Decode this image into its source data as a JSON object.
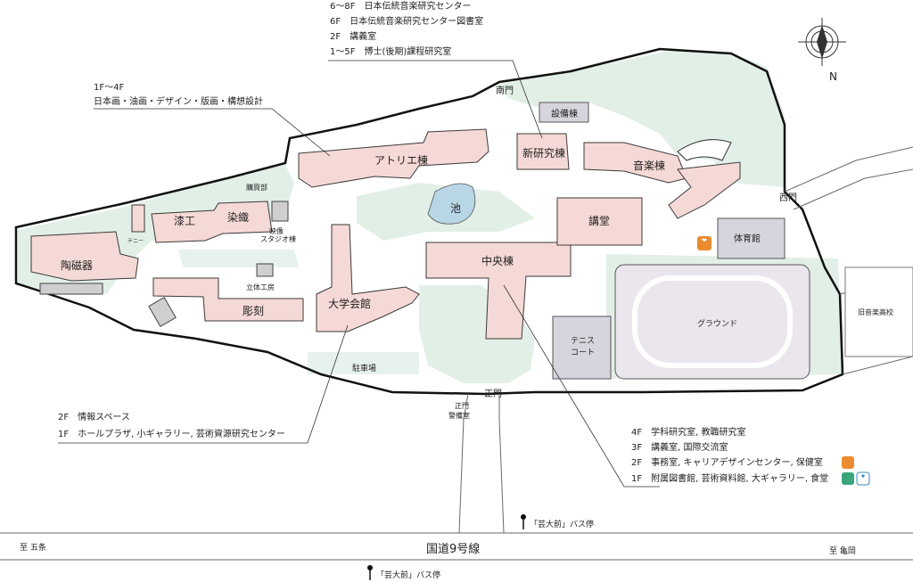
{
  "buildings": {
    "atelier": "アトリエ棟",
    "shikko": "漆工",
    "senshoku": "染織",
    "tojiki": "陶磁器",
    "eizo": "映像\nスタジオ棟",
    "kobai": "購買部",
    "rittai": "立体工房",
    "chokoku": "彫刻",
    "daigaku_kaikan": "大学会館",
    "ike": "池",
    "chuo": "中央棟",
    "kodo": "講堂",
    "shinkenkyu": "新研究棟",
    "ongaku": "音楽棟",
    "setsubi": "設備棟",
    "taiikukan": "体育館",
    "ground": "グラウンド",
    "tennis": "テニス\nコート",
    "chushajo": "駐車場",
    "seimon_keibi": "正門\n警備室",
    "kyu_ongaku": "旧音楽高校",
    "tenisu_small": "テニー"
  },
  "gates": {
    "nanmon": "南門",
    "seimon": "正門",
    "saimon": "西門"
  },
  "roads": {
    "route9": "国道9号線",
    "to_gojo": "至 五条",
    "to_kameoka": "至 亀岡",
    "bus_stop_1": "「芸大前」バス停",
    "bus_stop_2": "「芸大前」バス停"
  },
  "compass": {
    "label": "N"
  },
  "callouts": {
    "shinkenkyu_floors": [
      "6～8F　日本伝統音楽研究センター",
      "6F　日本伝統音楽研究センター図書室",
      "2F　講義室",
      "1～5F　博士(後期)課程研究室"
    ],
    "atelier_floors": [
      "1F～4F",
      "日本画・油画・デザイン・版画・構想設計"
    ],
    "kaikan_floors": [
      "2F　情報スペース",
      "1F　ホールプラザ, 小ギャラリー, 芸術資源研究センター"
    ],
    "chuo_floors": [
      "4F　学科研究室, 教職研究室",
      "3F　講義室, 国際交流室",
      "2F　事務室, キャリアデザインセンター, 保健室",
      "1F　附属図書館, 芸術資料館, 大ギャラリー, 食堂"
    ]
  },
  "colors": {
    "building": "#f4d9d6",
    "facility": "#d8d4dd",
    "green": "#e2efe7",
    "boundary": "#111111",
    "aed": "#e98b2e",
    "accessible": "#3aa57a"
  }
}
